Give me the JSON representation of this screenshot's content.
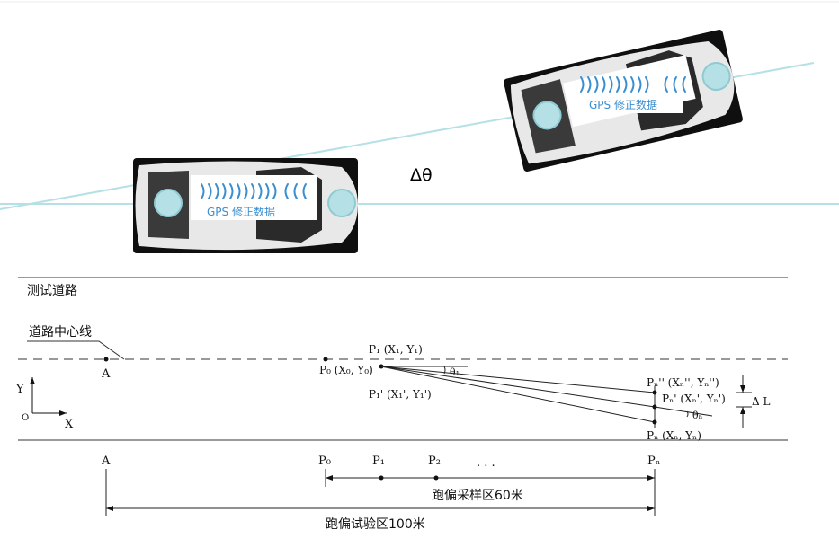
{
  "top": {
    "car1_label": "GPS 修正数据",
    "car2_label": "GPS 修正数据",
    "delta_theta": "Δθ"
  },
  "road": {
    "title": "测试道路",
    "centerline_label": "道路中心线",
    "origin": {
      "y": "Y",
      "o": "O",
      "x": "X"
    },
    "point_A": "A",
    "p0_label": "P₀ (X₀, Y₀)",
    "p1_label": "P₁ (X₁, Y₁)",
    "p1p_label": "P₁' (X₁', Y₁')",
    "theta1": "θ₁",
    "pnpp_label": "Pₙ'' (Xₙ'', Yₙ'')",
    "pnp_label": "Pₙ' (Xₙ', Yₙ')",
    "thetan": "θₙ",
    "pn_label": "Pₙ (Xₙ, Yₙ)",
    "delta_l": "Δ L"
  },
  "axis": {
    "a": "A",
    "p0": "P₀",
    "p1": "P₁",
    "p2": "P₂",
    "dots": ". . .",
    "pn": "Pₙ",
    "sample_zone": "跑偏采样区60米",
    "test_zone": "跑偏试验区100米"
  }
}
